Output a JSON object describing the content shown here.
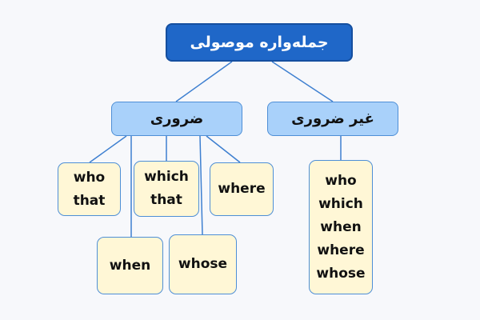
{
  "root": {
    "label": "جمله‌واره موصولی"
  },
  "categories": {
    "essential": {
      "label": "ضروری"
    },
    "nonessential": {
      "label": "غیر ضروری"
    }
  },
  "essential_leaves": [
    [
      "who",
      "that"
    ],
    [
      "which",
      "that"
    ],
    [
      "where"
    ],
    [
      "when"
    ],
    [
      "whose"
    ]
  ],
  "nonessential_leaf": [
    "who",
    "which",
    "when",
    "where",
    "whose"
  ],
  "colors": {
    "root_fill": "#1f67c8",
    "category_fill": "#a9d1fa",
    "leaf_fill": "#fff7d6",
    "border": "#4e8fd6",
    "line": "#3d7fd0"
  }
}
